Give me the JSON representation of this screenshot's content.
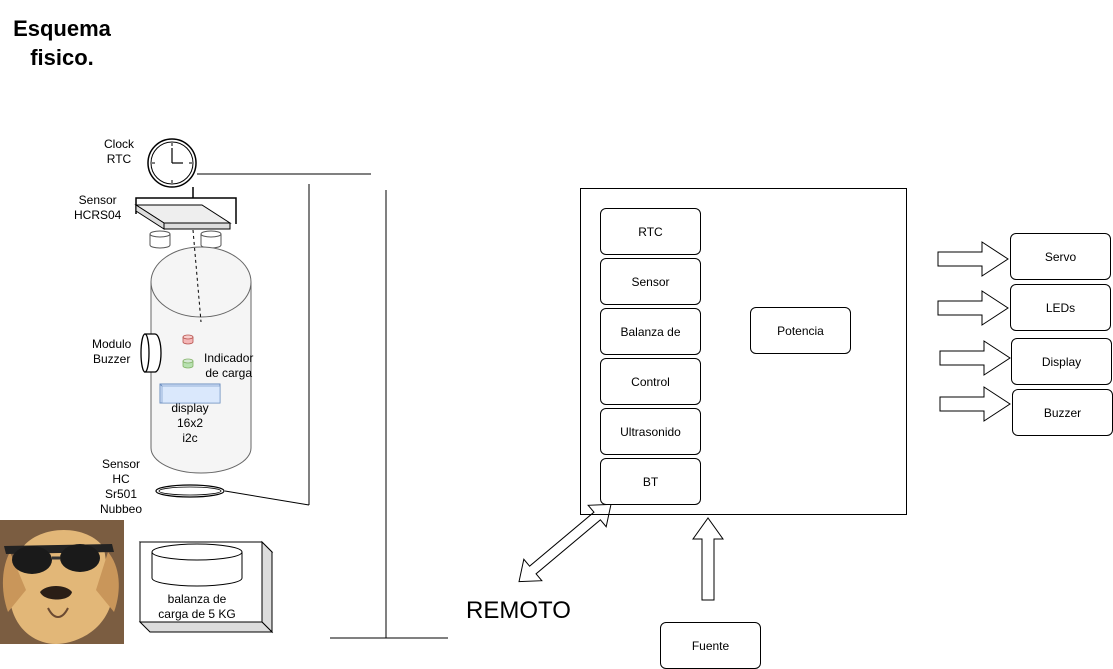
{
  "title": {
    "line1": "Esquema",
    "line2": "fisico."
  },
  "physical": {
    "clock_label_1": "Clock",
    "clock_label_2": "RTC",
    "sensor_label_1": "Sensor",
    "sensor_label_2": "HCRS04",
    "buzzer_label_1": "Modulo",
    "buzzer_label_2": "Buzzer",
    "indicator_label_1": "Indicador",
    "indicator_label_2": "de carga",
    "display_label_1": "display",
    "display_label_2": "16x2",
    "display_label_3": "i2c",
    "pir_label_1": "Sensor",
    "pir_label_2": "HC",
    "pir_label_3": "Sr501",
    "pir_label_4": "Nubbeo",
    "scale_label_1": "balanza de",
    "scale_label_2": "carga de 5 KG"
  },
  "controller": {
    "modules": [
      "RTC",
      "Sensor",
      "Balanza de",
      "Control",
      "Ultrasonido",
      "BT"
    ],
    "power": "Potencia"
  },
  "outputs": [
    "Servo",
    "LEDs",
    "Display",
    "Buzzer"
  ],
  "remote": "REMOTO",
  "source": "Fuente",
  "colors": {
    "led_red": "#f4b7b7",
    "led_green": "#b7e1b0",
    "display": "#dae8fc"
  }
}
